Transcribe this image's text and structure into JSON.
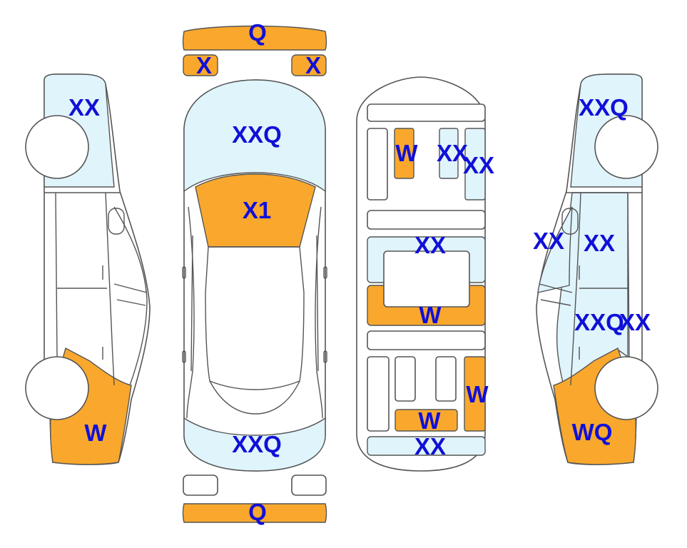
{
  "colors": {
    "damaged": "#F9A82D",
    "marked": "#E0F4FB",
    "label": "#1010D8",
    "outline": "#555555"
  },
  "labels": {
    "front_bumper": "Q",
    "headlight_left": "X",
    "headlight_right": "X",
    "hood": "XXQ",
    "windshield": "X1",
    "trunk": "XXQ",
    "rear_bumper": "Q",
    "left_fender": "XX",
    "left_rear_quarter": "W",
    "right_fender": "XXQ",
    "right_pillar": "XX",
    "right_front_door": "XX",
    "right_rear_door_a": "XXQ",
    "right_rear_door_b": "XX",
    "right_rear_quarter": "WQ",
    "under_front_member": "W",
    "under_front_rail_a": "XX",
    "under_front_rail_b": "XX",
    "under_center_panel": "XX",
    "under_floor": "W",
    "under_rear_rail": "W",
    "under_rear_panel": "W",
    "under_rear_member": "XX"
  }
}
